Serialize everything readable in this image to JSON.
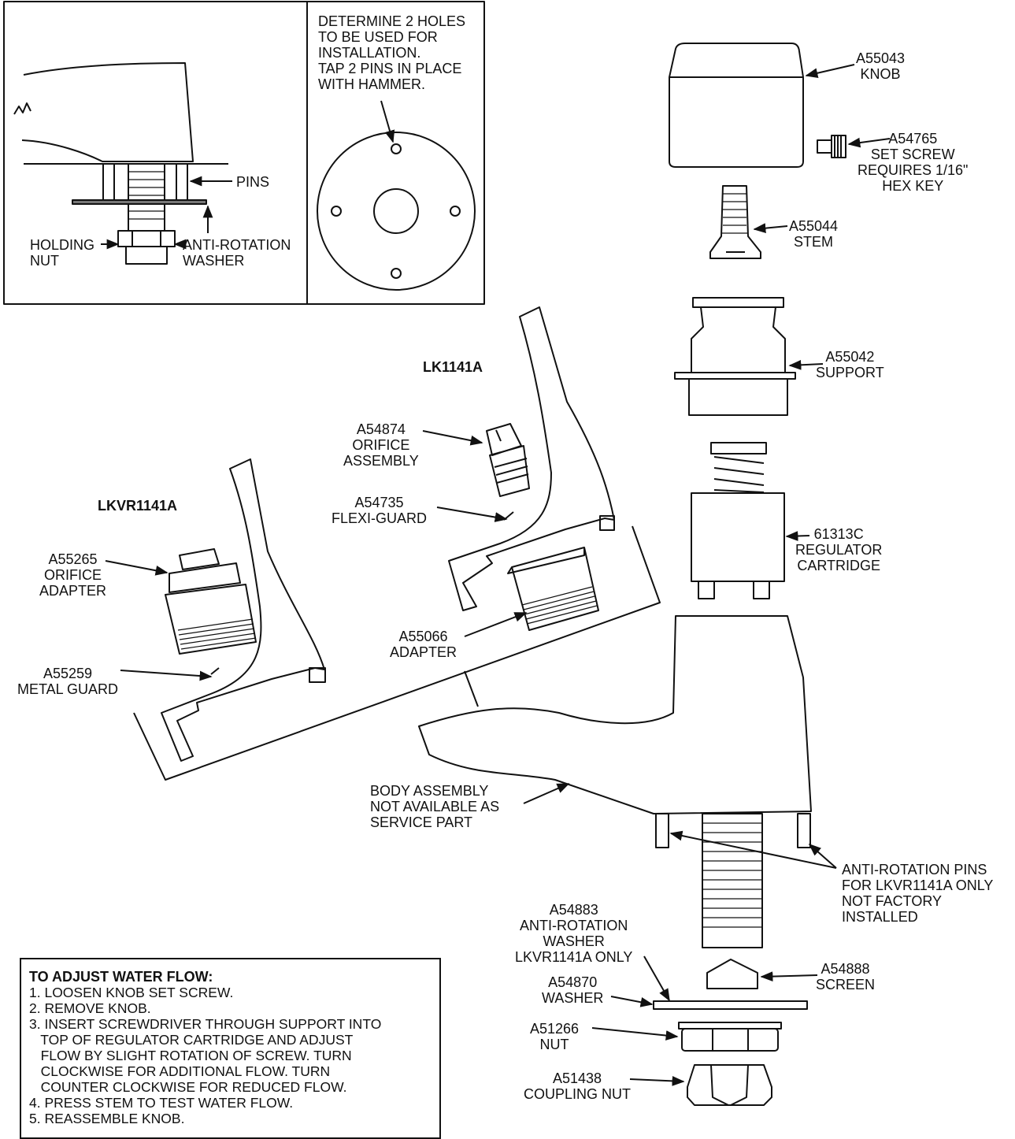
{
  "inset_left": {
    "pins": "PINS",
    "holding_nut": "HOLDING\nNUT",
    "anti_rotation_washer": "ANTI-ROTATION\nWASHER"
  },
  "inset_right": {
    "note": "DETERMINE 2 HOLES\nTO BE USED FOR\nINSTALLATION.\nTAP 2 PINS IN PLACE\nWITH HAMMER."
  },
  "models": {
    "lk": "LK1141A",
    "lkvr": "LKVR1141A"
  },
  "parts": {
    "knob": "A55043\nKNOB",
    "set_screw": "A54765\nSET SCREW\nREQUIRES 1/16\"\nHEX KEY",
    "stem": "A55044\nSTEM",
    "support": "A55042\nSUPPORT",
    "cartridge": "61313C\nREGULATOR\nCARTRIDGE",
    "orifice_assembly": "A54874\nORIFICE\nASSEMBLY",
    "flexi_guard": "A54735\nFLEXI-GUARD",
    "orifice_adapter": "A55265\nORIFICE\nADAPTER",
    "adapter": "A55066\nADAPTER",
    "metal_guard": "A55259\nMETAL GUARD",
    "body": "BODY ASSEMBLY\nNOT AVAILABLE AS\nSERVICE PART",
    "pins": "ANTI-ROTATION PINS\nFOR LKVR1141A ONLY\nNOT FACTORY\nINSTALLED",
    "washer_ar": "A54883\nANTI-ROTATION\nWASHER\nLKVR1141A ONLY",
    "washer": "A54870\nWASHER",
    "screen": "A54888\nSCREEN",
    "nut": "A51266\nNUT",
    "coupling_nut": "A51438\nCOUPLING NUT"
  },
  "instructions": {
    "title": "TO ADJUST WATER FLOW:",
    "steps": [
      "1. LOOSEN KNOB SET SCREW.",
      "2. REMOVE KNOB.",
      "3. INSERT SCREWDRIVER THROUGH SUPPORT INTO\n   TOP OF REGULATOR CARTRIDGE AND ADJUST\n   FLOW BY SLIGHT ROTATION OF SCREW. TURN\n   CLOCKWISE FOR ADDITIONAL FLOW. TURN\n   COUNTER CLOCKWISE FOR REDUCED FLOW.",
      "4. PRESS STEM TO TEST WATER FLOW.",
      "5. REASSEMBLE KNOB."
    ]
  }
}
